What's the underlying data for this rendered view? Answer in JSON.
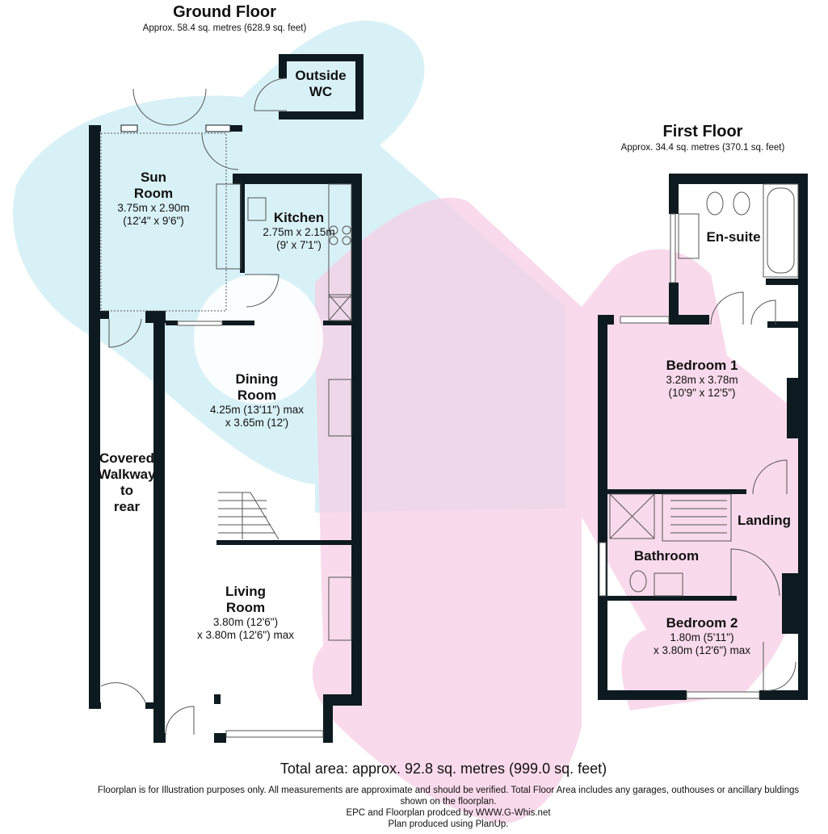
{
  "ground_floor": {
    "title": "Ground Floor",
    "area": "Approx. 58.4 sq. metres (628.9 sq. feet)",
    "rooms": [
      {
        "name_lines": [
          "Outside",
          "WC"
        ],
        "dims": []
      },
      {
        "name_lines": [
          "Sun",
          "Room"
        ],
        "dims": [
          "3.75m x 2.90m",
          "(12'4\" x 9'6\")"
        ]
      },
      {
        "name_lines": [
          "Kitchen"
        ],
        "dims": [
          "2.75m x 2.15m",
          "(9' x 7'1\")"
        ]
      },
      {
        "name_lines": [
          "Dining",
          "Room"
        ],
        "dims": [
          "4.25m (13'11\") max",
          "x 3.65m (12')"
        ]
      },
      {
        "name_lines": [
          "Covered",
          "Walkway",
          "to",
          "rear"
        ],
        "dims": []
      },
      {
        "name_lines": [
          "Living",
          "Room"
        ],
        "dims": [
          "3.80m (12'6\")",
          "x 3.80m (12'6\") max"
        ]
      }
    ]
  },
  "first_floor": {
    "title": "First Floor",
    "area": "Approx. 34.4 sq. metres (370.1 sq. feet)",
    "rooms": [
      {
        "name_lines": [
          "En-suite"
        ],
        "dims": []
      },
      {
        "name_lines": [
          "Bedroom 1"
        ],
        "dims": [
          "3.28m x 3.78m",
          "(10'9\" x 12'5\")"
        ]
      },
      {
        "name_lines": [
          "Landing"
        ],
        "dims": []
      },
      {
        "name_lines": [
          "Bathroom"
        ],
        "dims": []
      },
      {
        "name_lines": [
          "Bedroom 2"
        ],
        "dims": [
          "1.80m (5'11\")",
          "x 3.80m (12'6\") max"
        ]
      }
    ]
  },
  "footer": {
    "total": "Total area: approx. 92.8 sq. metres (999.0 sq. feet)",
    "disclaimer_1": "Floorplan is for Illustration purposes only. All measurements are approximate and should be verified. Total Floor Area includes any garages, outhouses or ancillary buldings",
    "disclaimer_2": "shown on the floorplan.",
    "credit": "EPC and Floorplan prodced by WWW.G-Whis.net",
    "software": "Plan produced using PlanUp."
  },
  "colors": {
    "wall": "#0d1a1f",
    "watermark_blue": "#c8ebf3",
    "watermark_pink": "#f7cde6"
  }
}
